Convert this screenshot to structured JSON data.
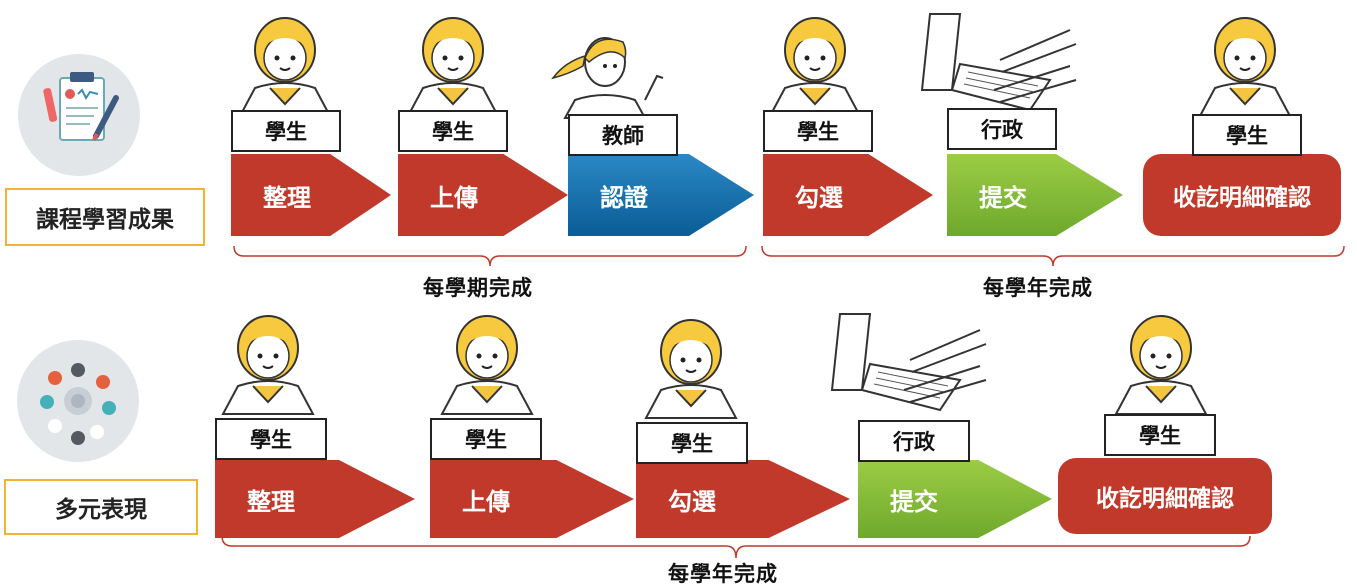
{
  "colors": {
    "step_red": "#c0392b",
    "step_blue": "#0a5d96",
    "step_green": "#7db832",
    "bracket": "#c0392b",
    "label_border": "#f2b233"
  },
  "rows": [
    {
      "category": "課程學習成果",
      "icon": "clipboard-icon",
      "steps": [
        {
          "role": "學生",
          "action": "整理",
          "color": "red",
          "figure": "student-icon"
        },
        {
          "role": "學生",
          "action": "上傳",
          "color": "red",
          "figure": "student-icon"
        },
        {
          "role": "教師",
          "action": "認證",
          "color": "blue",
          "figure": "teacher-icon"
        },
        {
          "role": "學生",
          "action": "勾選",
          "color": "red",
          "figure": "student-icon"
        },
        {
          "role": "行政",
          "action": "提交",
          "color": "green",
          "figure": "laptop-typing-icon"
        },
        {
          "role": "學生",
          "action": "收訖明細確認",
          "color": "red",
          "figure": "student-icon"
        }
      ],
      "periods": [
        "每學期完成",
        "每學年完成"
      ]
    },
    {
      "category": "多元表現",
      "icon": "network-dots-icon",
      "steps": [
        {
          "role": "學生",
          "action": "整理",
          "color": "red",
          "figure": "student-icon"
        },
        {
          "role": "學生",
          "action": "上傳",
          "color": "red",
          "figure": "student-icon"
        },
        {
          "role": "學生",
          "action": "勾選",
          "color": "red",
          "figure": "student-icon"
        },
        {
          "role": "行政",
          "action": "提交",
          "color": "green",
          "figure": "laptop-typing-icon"
        },
        {
          "role": "學生",
          "action": "收訖明細確認",
          "color": "red",
          "figure": "student-icon"
        }
      ],
      "periods": [
        "每學年完成"
      ]
    }
  ]
}
